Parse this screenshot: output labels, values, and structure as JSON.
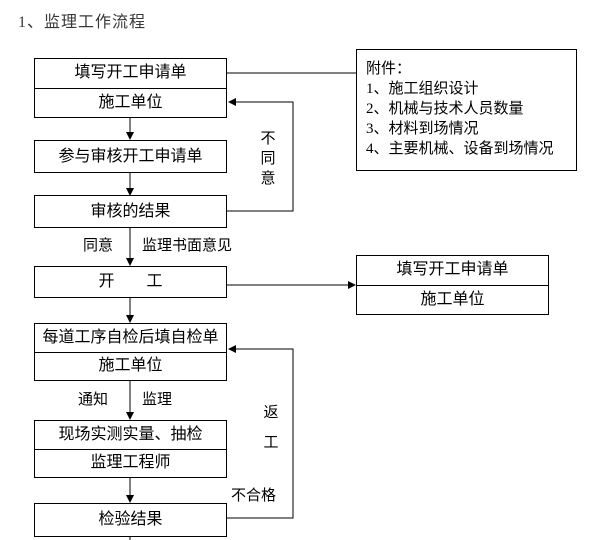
{
  "title": "1、监理工作流程",
  "flowchart": {
    "boxes": {
      "apply": {
        "row1": "填写开工申请单",
        "row2": "施工单位"
      },
      "review": {
        "label": "参与审核开工申请单"
      },
      "result": {
        "label": "审核的结果"
      },
      "start": {
        "label": "开　　工"
      },
      "selfcheck": {
        "row1": "每道工序自检后填自检单",
        "row2": "施工单位"
      },
      "measure": {
        "row1": "现场实测实量、抽检",
        "row2": "监理工程师"
      },
      "inspect": {
        "label": "检验结果"
      },
      "apply2": {
        "row1": "填写开工申请单",
        "row2": "施工单位"
      },
      "attachment": {
        "title": "附件：",
        "items": [
          "1、施工组织设计",
          "2、机械与技术人员数量",
          "3、材料到场情况",
          "4、主要机械、设备到场情况"
        ]
      }
    },
    "labels": {
      "agree": "同意",
      "written_opinion": "监理书面意见",
      "disagree": "不同意",
      "notify": "通知",
      "supervisor": "监理",
      "rework": "返工",
      "unqualified": "不合格"
    }
  },
  "colors": {
    "background": "#ffffff",
    "line": "#000000",
    "text": "#000000",
    "title_text": "#383838"
  }
}
